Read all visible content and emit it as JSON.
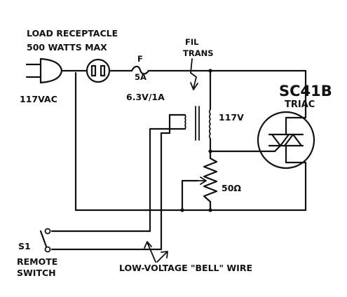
{
  "labels": {
    "load_line1": "LOAD RECEPTACLE",
    "load_line2": "500 WATTS MAX",
    "fuse_letter": "F",
    "fuse_rating": "5A",
    "fil_line1": "FIL",
    "fil_line2": "TRANS",
    "secondary": "6.3V/1A",
    "primary": "117V",
    "mains": "117VAC",
    "triac_part": "SC41B",
    "triac_type": "TRIAC",
    "pot_value": "50Ω",
    "switch_ref": "S1",
    "switch_line1": "REMOTE",
    "switch_line2": "SWITCH",
    "bell_wire": "LOW-VOLTAGE \"BELL\" WIRE"
  }
}
